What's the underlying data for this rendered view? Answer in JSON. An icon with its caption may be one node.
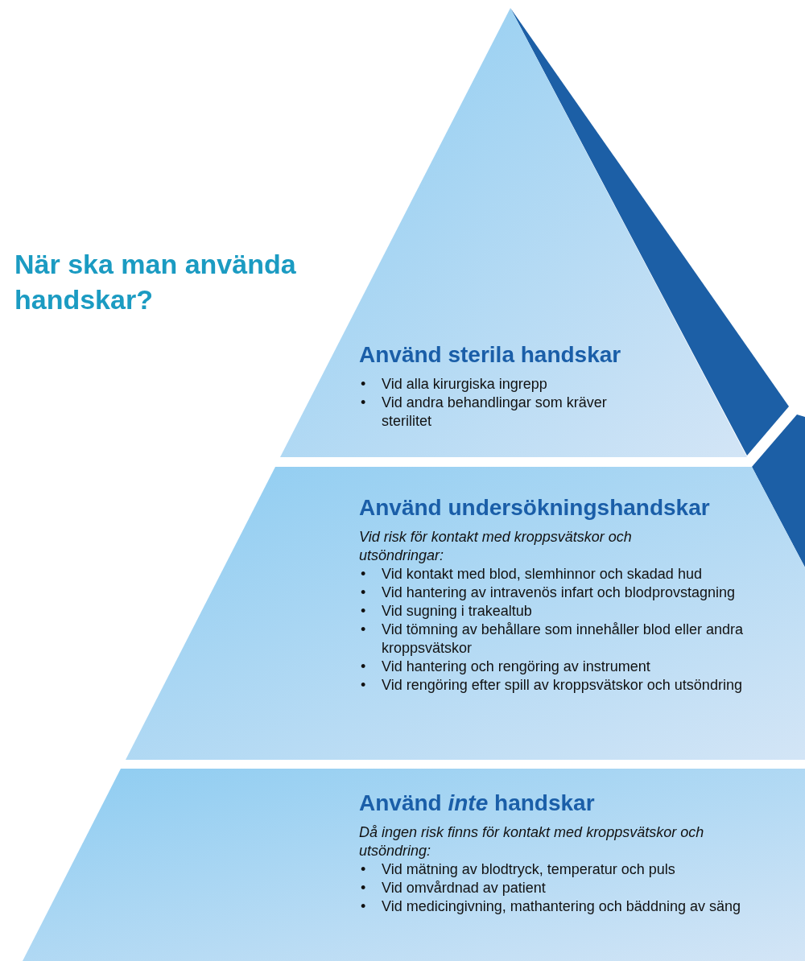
{
  "diagram": {
    "title": "När ska man använda handskar?",
    "nodes": [
      {
        "text": [
          "Använd sterila handskar",
          "• Vid alla kirurgiska ingrepp",
          "• Vid andra behandlingar som kräver sterilitet"
        ]
      },
      {
        "text": [
          "Använd undersökningshandskar",
          "Vid risk för kontakt med kroppsvätskor och utsöndringar:",
          "• Vid kontakt med blod, slemhinnor och skadad hud",
          "• Vid hantering av intravenös infart och blodprovstagning",
          "• Vid sugning i trakealtub",
          "• Vid tömning av behållare som innehåller blod eller andra kroppsvätskor",
          "• Vid hantering och rengöring av instrument",
          "• Vid rengöring efter spill av kroppsvätskor och utsöndring"
        ]
      },
      {
        "text": [
          "Använd *inte* handskar",
          "Då ingen risk finns för kontakt med kroppsvätskor och utsöndring:",
          "• Vid mätning av blodtryck, temperatur och puls",
          "• Vid omvårdnad av patient",
          "• Vid medicingivning, mathantering och bäddning av säng"
        ]
      }
    ]
  }
}
